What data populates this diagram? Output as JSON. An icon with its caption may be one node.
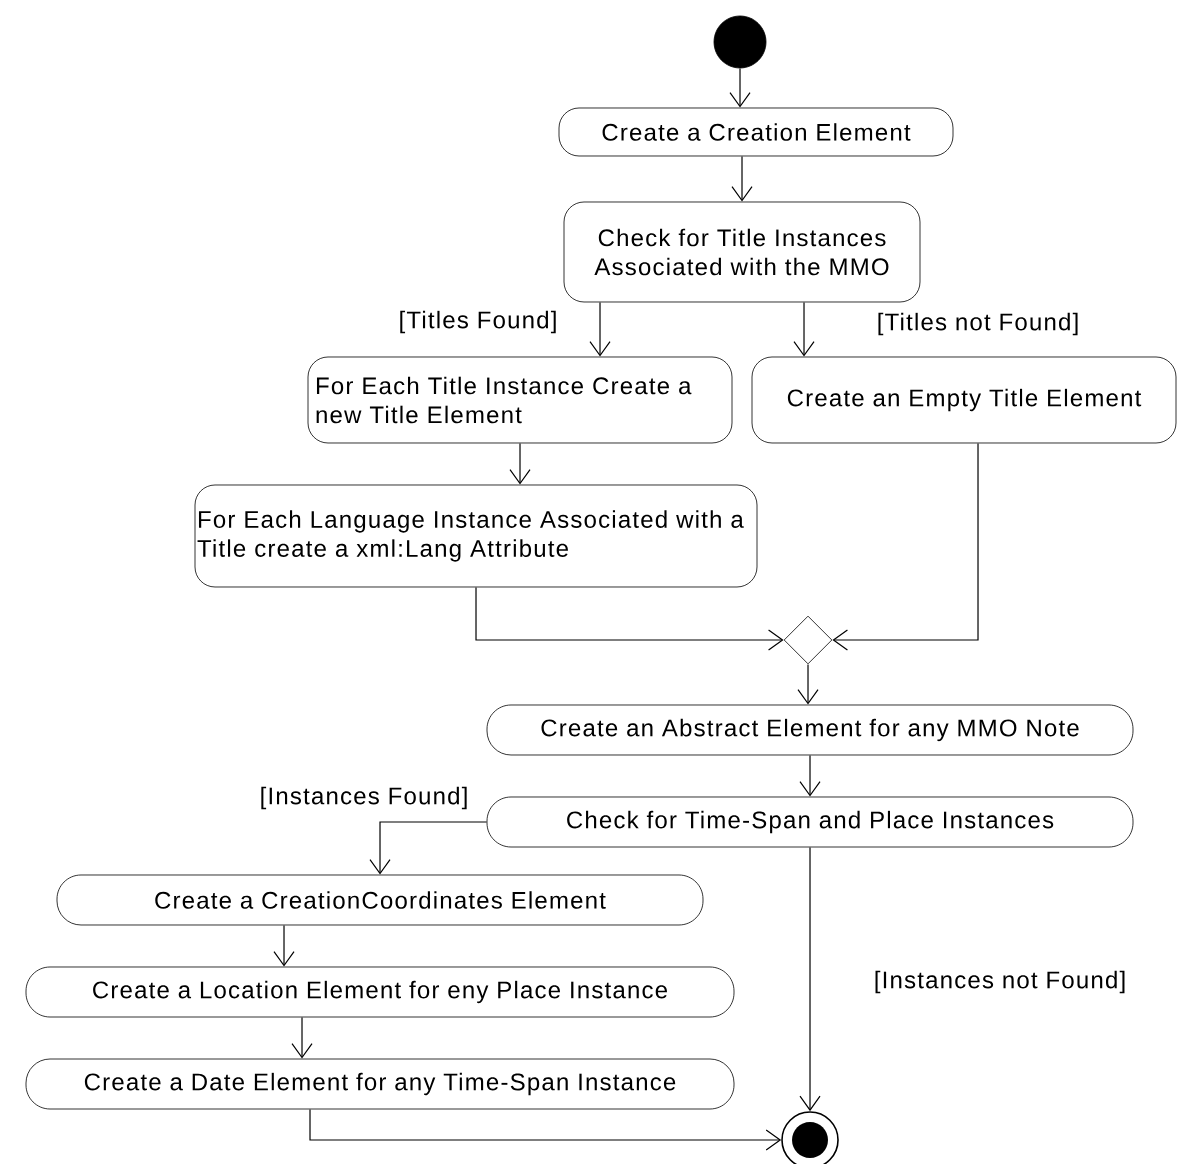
{
  "diagram": {
    "nodes": [
      {
        "text": [],
        "shape": "circle"
      },
      {
        "text": [
          "Create a Creation Element"
        ]
      },
      {
        "text": [
          "Check for Title Instances Associated with the MMO"
        ]
      },
      {
        "text": [
          "For Each Title Instance Create a new Title Element"
        ]
      },
      {
        "text": [
          "Create an Empty Title Element"
        ]
      },
      {
        "text": [
          "For Each Language Instance Associated with a Title create a xml:Lang Attribute"
        ]
      },
      {
        "text": [],
        "shape": "diamond"
      },
      {
        "text": [
          "Create an Abstract Element for any MMO Note"
        ]
      },
      {
        "text": [
          "Check for Time-Span and Place Instances"
        ]
      },
      {
        "text": [
          "Create a CreationCoordinates Element"
        ]
      },
      {
        "text": [
          "Create a Location Element for eny Place Instance"
        ]
      },
      {
        "text": [
          "Create a Date Element for any Time-Span Instance"
        ]
      },
      {
        "text": [],
        "shape": "circle"
      }
    ],
    "edges": [
      {
        "from": 0,
        "to": 1,
        "arrow": "to"
      },
      {
        "from": 1,
        "to": 2,
        "arrow": "to"
      },
      {
        "from": 2,
        "to": 3,
        "arrow": "to",
        "label": "[Titles Found]"
      },
      {
        "from": 2,
        "to": 4,
        "arrow": "to",
        "label": "[Titles not Found]"
      },
      {
        "from": 3,
        "to": 5,
        "arrow": "to"
      },
      {
        "from": 5,
        "to": 6,
        "arrow": "to"
      },
      {
        "from": 4,
        "to": 6,
        "arrow": "to"
      },
      {
        "from": 6,
        "to": 7,
        "arrow": "to"
      },
      {
        "from": 7,
        "to": 8,
        "arrow": "to"
      },
      {
        "from": 8,
        "to": 9,
        "arrow": "to",
        "label": "[Instances Found]"
      },
      {
        "from": 8,
        "to": 12,
        "arrow": "to",
        "label": "[Instances not Found]"
      },
      {
        "from": 9,
        "to": 10,
        "arrow": "to"
      },
      {
        "from": 10,
        "to": 11,
        "arrow": "to"
      },
      {
        "from": 11,
        "to": 12,
        "arrow": "to"
      }
    ]
  }
}
